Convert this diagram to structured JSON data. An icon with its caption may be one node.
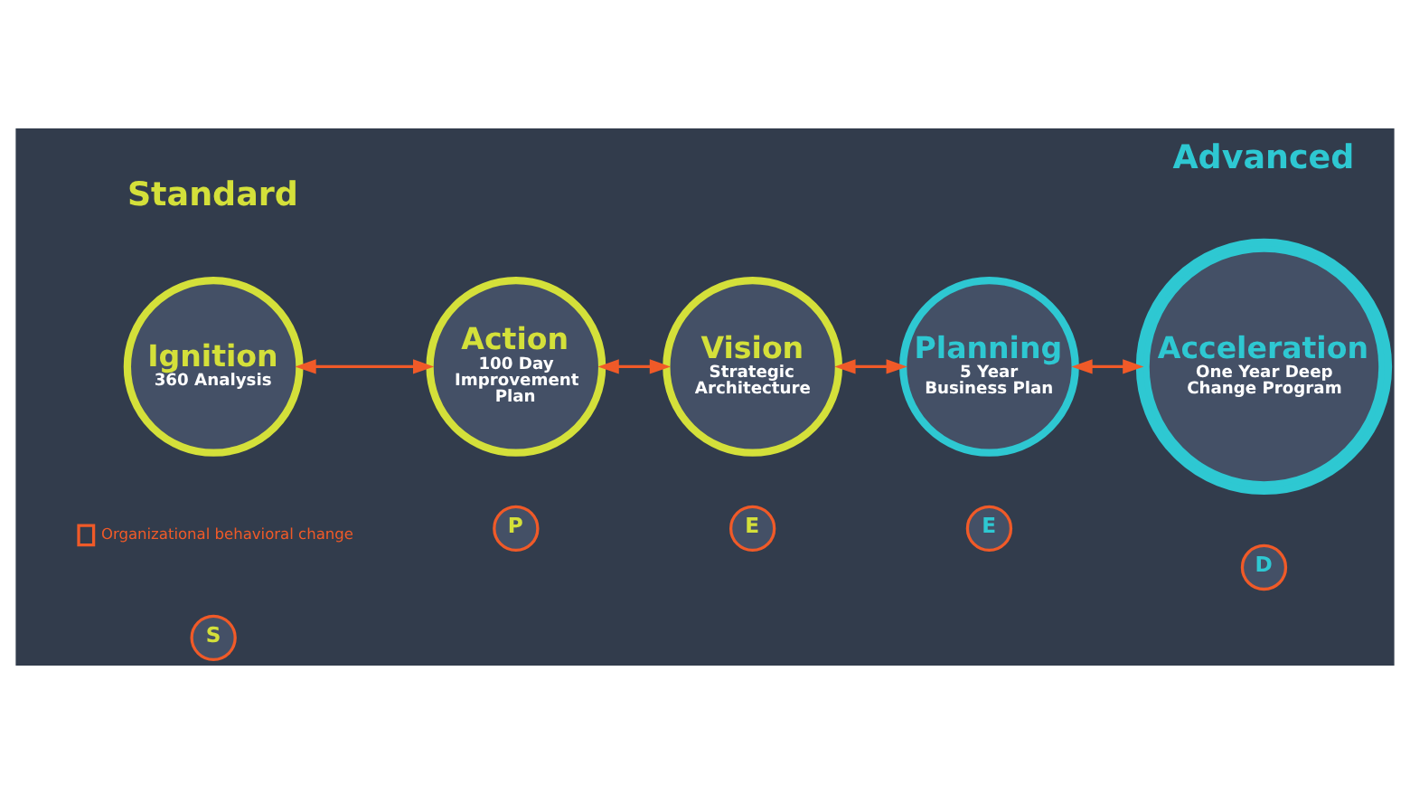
{
  "diagram": {
    "nodes": [
      {
        "text": [
          "Ignition",
          "360 Analysis"
        ]
      },
      {
        "text": [
          "Action",
          "100 Day Improvement Plan"
        ]
      },
      {
        "text": [
          "Vision",
          "Strategic Architecture"
        ]
      },
      {
        "text": [
          "Planning",
          "5 Year Business Plan"
        ]
      },
      {
        "text": [
          "Acceleration",
          "One Year Deep Change Program"
        ]
      },
      {
        "text": [
          "S"
        ]
      },
      {
        "text": [
          "P"
        ]
      },
      {
        "text": [
          "E"
        ]
      },
      {
        "text": [
          "E"
        ]
      },
      {
        "text": [
          "D"
        ]
      }
    ],
    "edges": [
      {
        "from": 0,
        "to": 1,
        "arrow": "both"
      },
      {
        "from": 1,
        "to": 2,
        "arrow": "both"
      },
      {
        "from": 2,
        "to": 3,
        "arrow": "both"
      },
      {
        "from": 3,
        "to": 4,
        "arrow": "both"
      }
    ],
    "labels": [
      "Standard",
      "Advanced"
    ],
    "legend": [
      {
        "text": "Organizational behavioral change"
      }
    ]
  }
}
